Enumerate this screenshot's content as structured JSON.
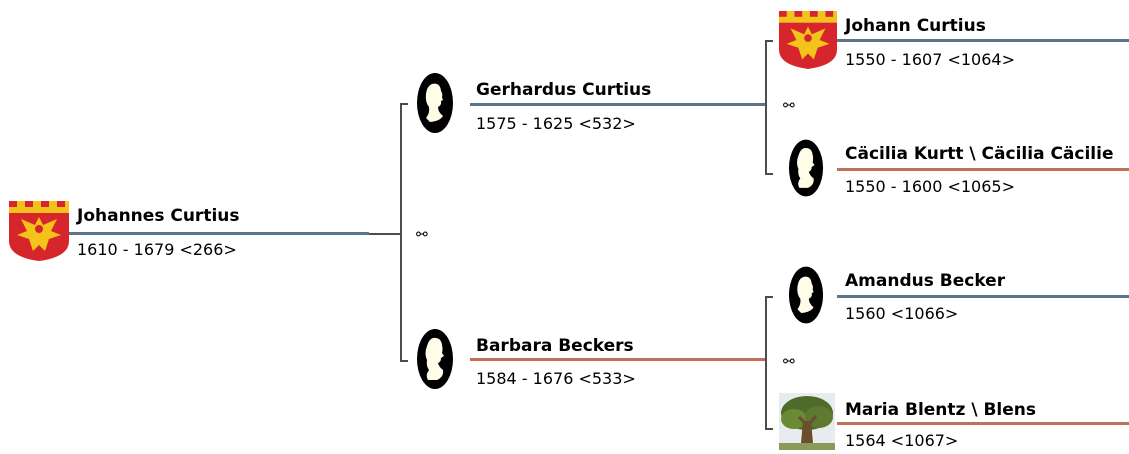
{
  "colors": {
    "male_line": "#5b7487",
    "female_line": "#c0705a",
    "bracket": "#4d4d4d",
    "silhouette_bg": "#000000",
    "silhouette_fg": "#fffce8",
    "crest_red": "#d7262b",
    "crest_gold": "#f3c21b"
  },
  "marriage_symbol": "⚯",
  "persons": [
    {
      "id": "p266",
      "name": "Johannes Curtius",
      "info": "1610 - 1679 <266>",
      "sex": "male",
      "icon": "coat-of-arms-icon"
    },
    {
      "id": "p532",
      "name": "Gerhardus Curtius",
      "info": "1575 - 1625 <532>",
      "sex": "male",
      "icon": "male-silhouette-icon"
    },
    {
      "id": "p533",
      "name": "Barbara Beckers",
      "info": "1584 - 1676 <533>",
      "sex": "female",
      "icon": "female-silhouette-icon"
    },
    {
      "id": "p1064",
      "name": "Johann Curtius",
      "info": "1550 - 1607 <1064>",
      "sex": "male",
      "icon": "coat-of-arms-icon"
    },
    {
      "id": "p1065",
      "name": "Cäcilia Kurtt \\ Cäcilia Cäcilie",
      "info": "1550 - 1600 <1065>",
      "sex": "female",
      "icon": "female-silhouette-icon"
    },
    {
      "id": "p1066",
      "name": "Amandus Becker",
      "info": "1560 <1066>",
      "sex": "male",
      "icon": "male-silhouette-icon"
    },
    {
      "id": "p1067",
      "name": "Maria Blentz \\ Blens",
      "info": "1564 <1067>",
      "sex": "female",
      "icon": "tree-photo-icon"
    }
  ]
}
